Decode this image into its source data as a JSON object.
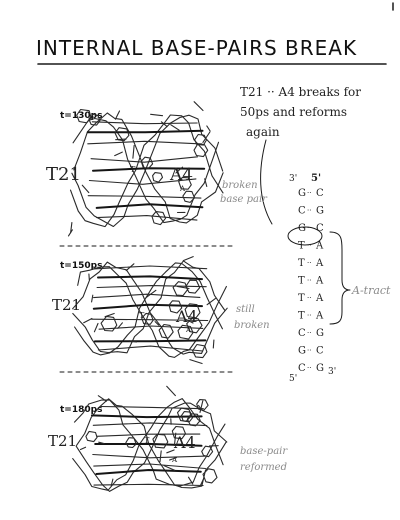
{
  "title": "INTERNAL BASE-PAIRS BREAK",
  "note": {
    "line1": "T21 ·· A4 breaks for",
    "line2": "50ps and reforms",
    "line3": "again"
  },
  "panels": [
    {
      "time": "t=130ps",
      "T": "T21",
      "A": "A4",
      "t_small": "T",
      "a_small": "A",
      "annot1": "broken",
      "annot2": "base pair"
    },
    {
      "time": "t=150ps",
      "T": "T21",
      "A": "A4",
      "t_small": "T",
      "a_small": "A",
      "annot1": "still",
      "annot2": "broken"
    },
    {
      "time": "t=180ps",
      "T": "T21",
      "A": "A4",
      "t_small": "T",
      "a_small": "A",
      "annot1": "base-pair",
      "annot2": "reformed"
    }
  ],
  "sequence": {
    "top_left": "3'",
    "top_right": "5'",
    "bottom_left": "5'",
    "bottom_right": "3'",
    "pairs": [
      {
        "left": "G",
        "right": "C"
      },
      {
        "left": "C",
        "right": "G"
      },
      {
        "left": "G",
        "right": "C"
      },
      {
        "left": "T",
        "right": "A"
      },
      {
        "left": "T",
        "right": "A"
      },
      {
        "left": "T",
        "right": "A"
      },
      {
        "left": "T",
        "right": "A"
      },
      {
        "left": "T",
        "right": "A"
      },
      {
        "left": "C",
        "right": "G"
      },
      {
        "left": "G",
        "right": "C"
      },
      {
        "left": "C",
        "right": "G"
      }
    ],
    "tract_label": "A-tract"
  }
}
